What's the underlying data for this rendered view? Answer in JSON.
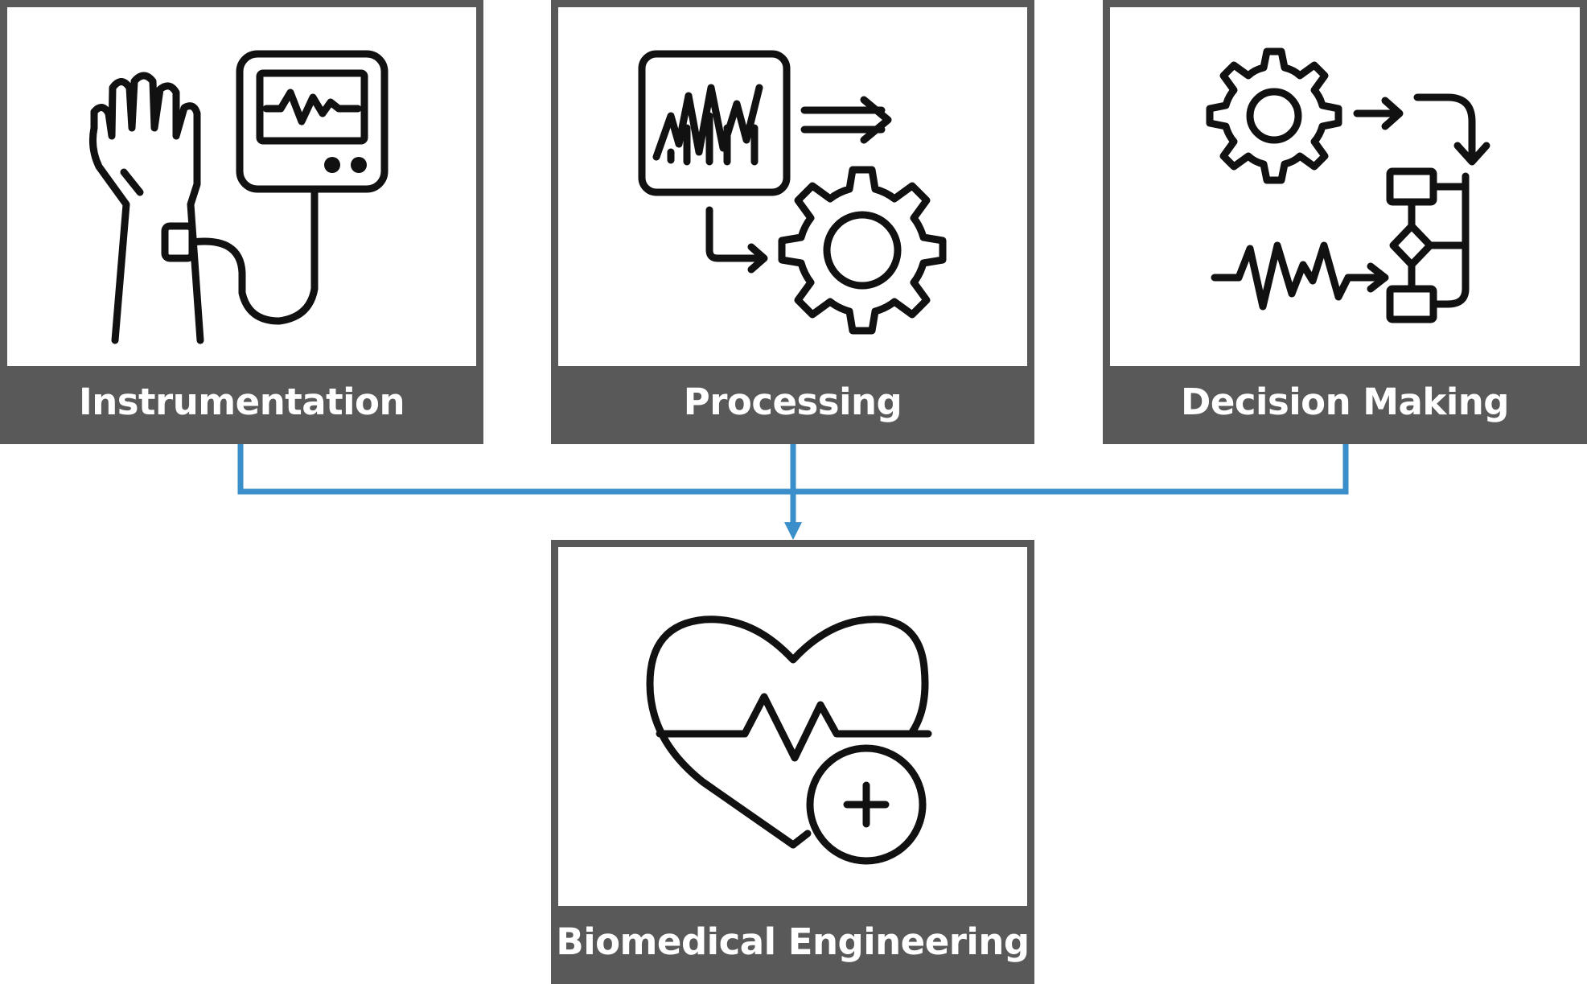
{
  "diagram": {
    "inputs": [
      {
        "label": "Instrumentation",
        "icon": "hand-with-vital-monitor-icon"
      },
      {
        "label": "Processing",
        "icon": "chart-to-gear-icon"
      },
      {
        "label": "Decision Making",
        "icon": "gear-signal-flowchart-icon"
      }
    ],
    "output": {
      "label": "Biomedical Engineering",
      "icon": "heart-pulse-plus-icon"
    },
    "colors": {
      "box_border": "#595959",
      "caption_bg": "#595959",
      "caption_text": "#ffffff",
      "connector": "#3a8fca",
      "icon": "#111111"
    }
  }
}
